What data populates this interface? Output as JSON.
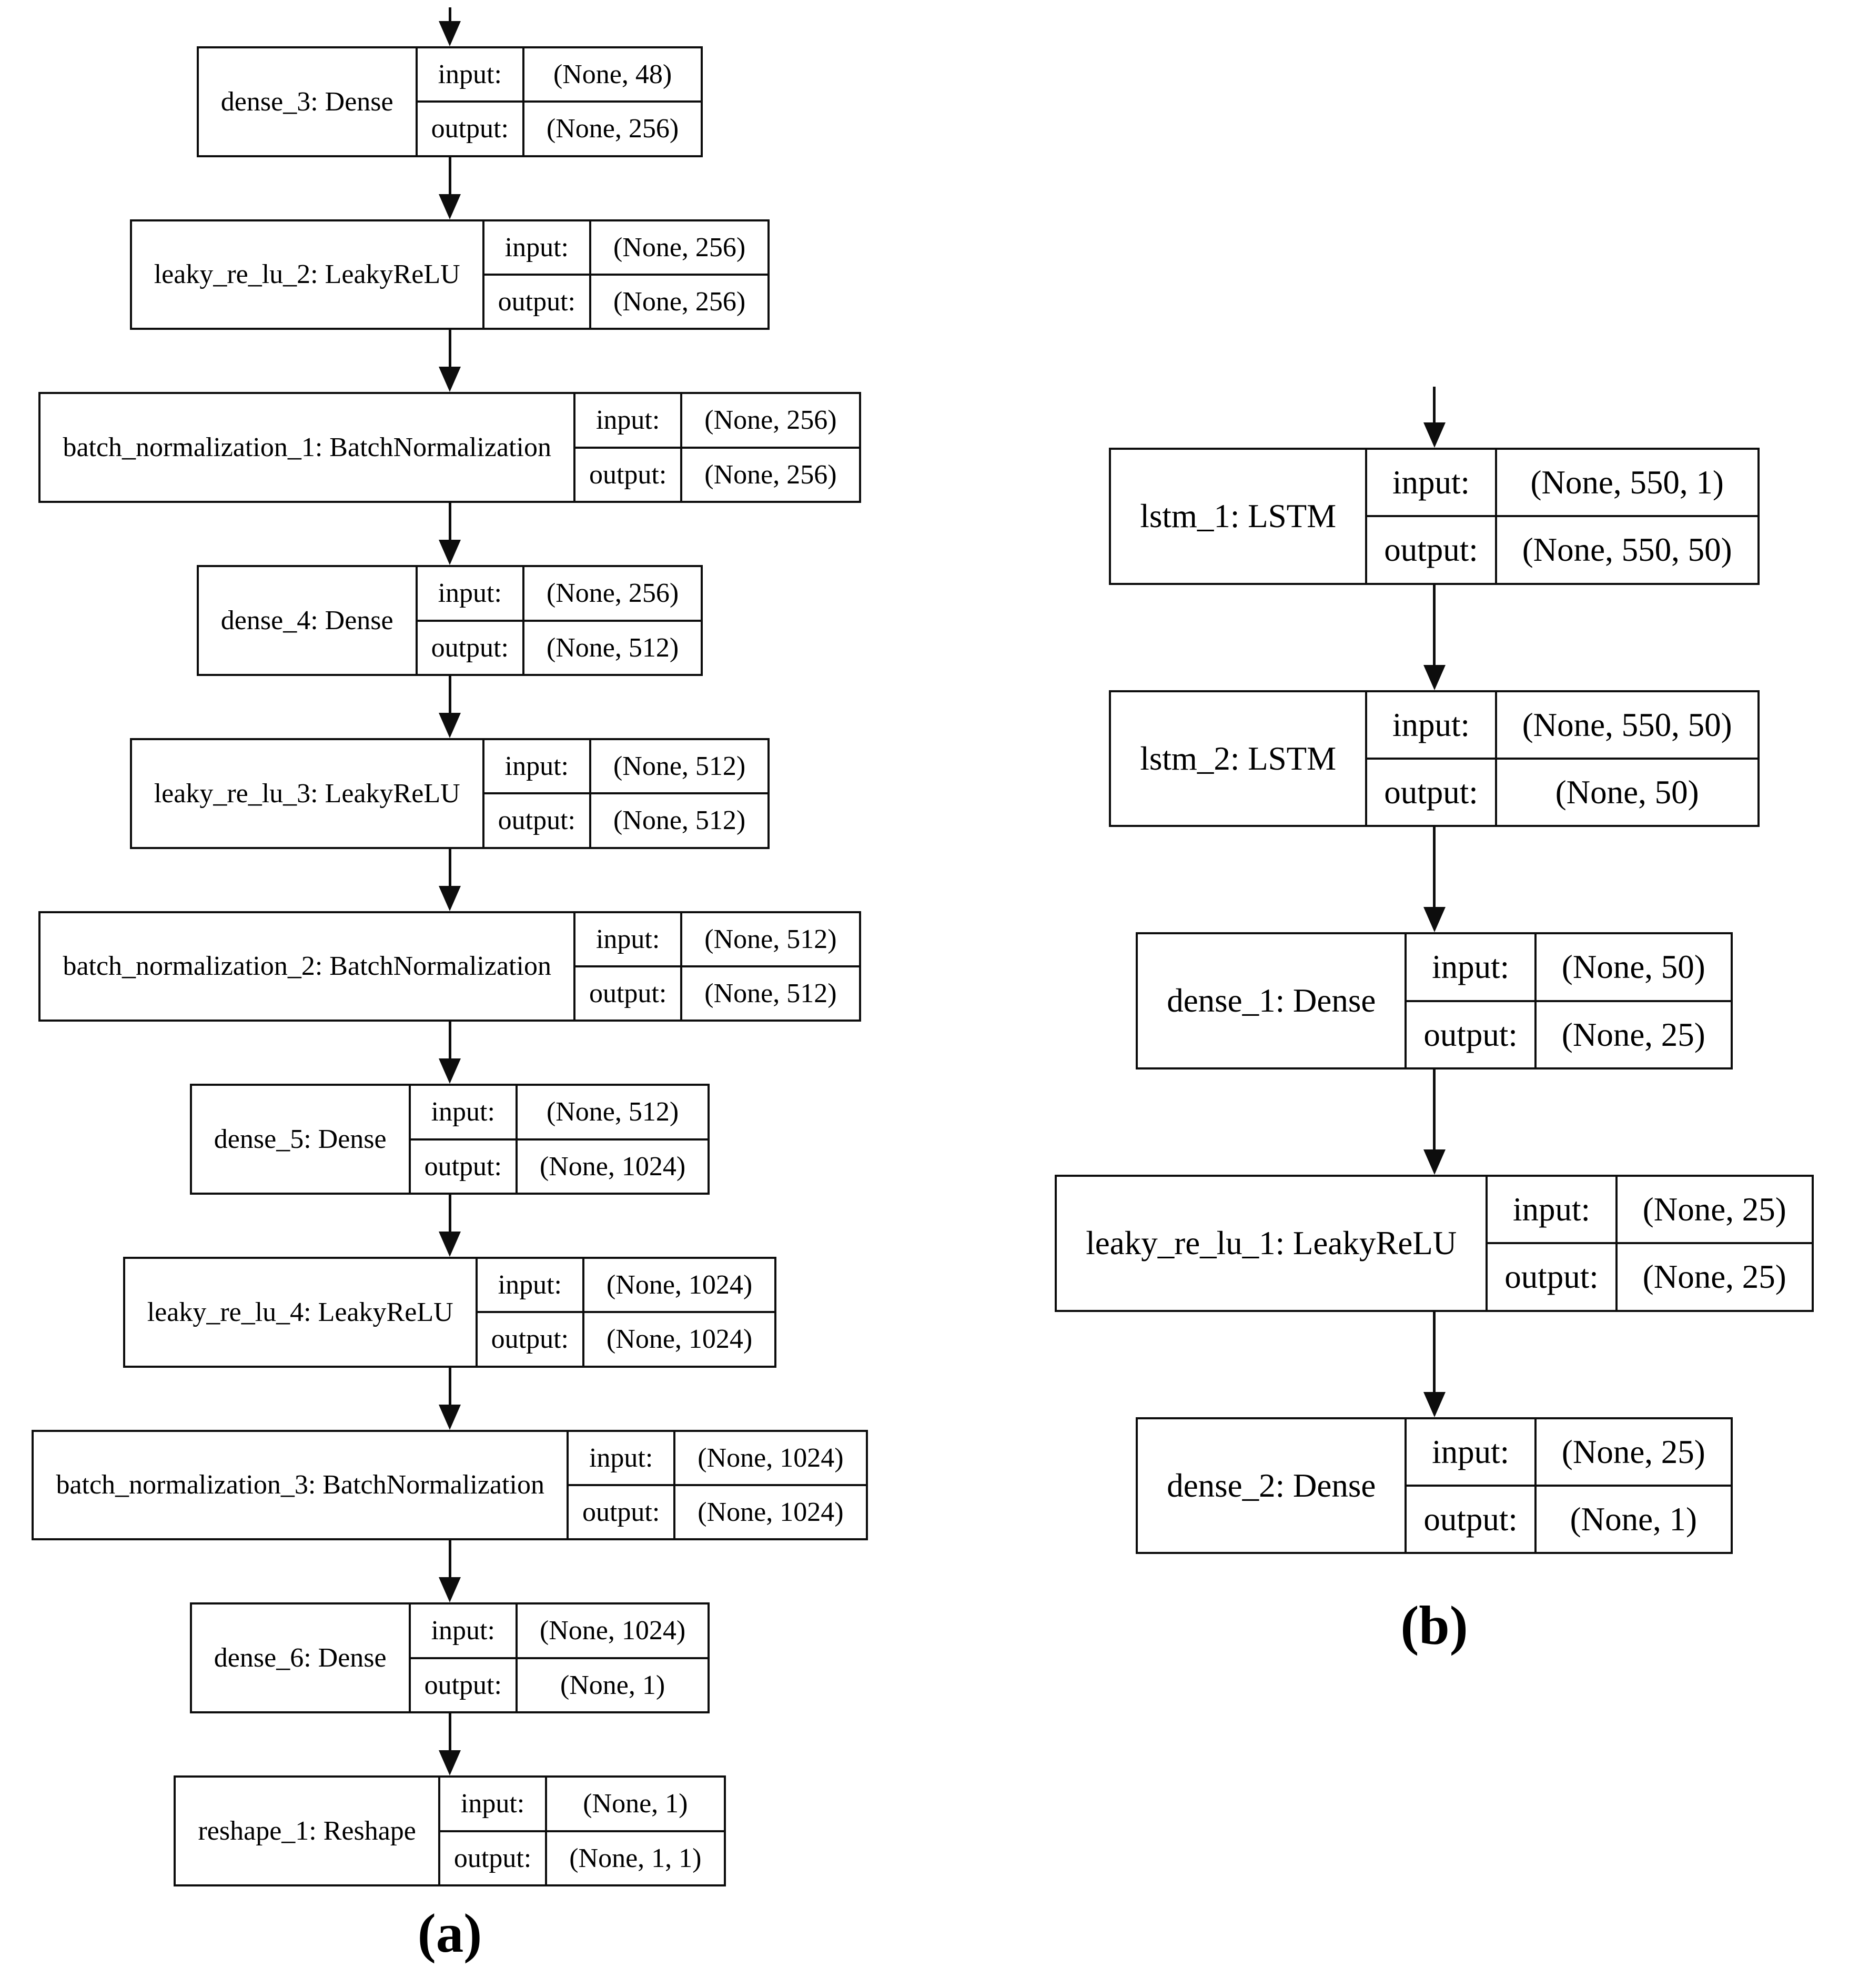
{
  "figure": {
    "io_labels": {
      "input": "input:",
      "output": "output:"
    },
    "panel_a": {
      "caption": "(a)",
      "nodes": [
        {
          "name": "dense_3: Dense",
          "input_shape": "(None, 48)",
          "output_shape": "(None, 256)"
        },
        {
          "name": "leaky_re_lu_2: LeakyReLU",
          "input_shape": "(None, 256)",
          "output_shape": "(None, 256)"
        },
        {
          "name": "batch_normalization_1: BatchNormalization",
          "input_shape": "(None, 256)",
          "output_shape": "(None, 256)"
        },
        {
          "name": "dense_4: Dense",
          "input_shape": "(None, 256)",
          "output_shape": "(None, 512)"
        },
        {
          "name": "leaky_re_lu_3: LeakyReLU",
          "input_shape": "(None, 512)",
          "output_shape": "(None, 512)"
        },
        {
          "name": "batch_normalization_2: BatchNormalization",
          "input_shape": "(None, 512)",
          "output_shape": "(None, 512)"
        },
        {
          "name": "dense_5: Dense",
          "input_shape": "(None, 512)",
          "output_shape": "(None, 1024)"
        },
        {
          "name": "leaky_re_lu_4: LeakyReLU",
          "input_shape": "(None, 1024)",
          "output_shape": "(None, 1024)"
        },
        {
          "name": "batch_normalization_3: BatchNormalization",
          "input_shape": "(None, 1024)",
          "output_shape": "(None, 1024)"
        },
        {
          "name": "dense_6: Dense",
          "input_shape": "(None, 1024)",
          "output_shape": "(None, 1)"
        },
        {
          "name": "reshape_1: Reshape",
          "input_shape": "(None, 1)",
          "output_shape": "(None, 1, 1)"
        }
      ]
    },
    "panel_b": {
      "caption": "(b)",
      "nodes": [
        {
          "name": "lstm_1: LSTM",
          "input_shape": "(None, 550, 1)",
          "output_shape": "(None, 550, 50)"
        },
        {
          "name": "lstm_2: LSTM",
          "input_shape": "(None, 550, 50)",
          "output_shape": "(None, 50)"
        },
        {
          "name": "dense_1: Dense",
          "input_shape": "(None, 50)",
          "output_shape": "(None, 25)"
        },
        {
          "name": "leaky_re_lu_1: LeakyReLU",
          "input_shape": "(None, 25)",
          "output_shape": "(None, 25)"
        },
        {
          "name": "dense_2: Dense",
          "input_shape": "(None, 25)",
          "output_shape": "(None, 1)"
        }
      ]
    }
  }
}
